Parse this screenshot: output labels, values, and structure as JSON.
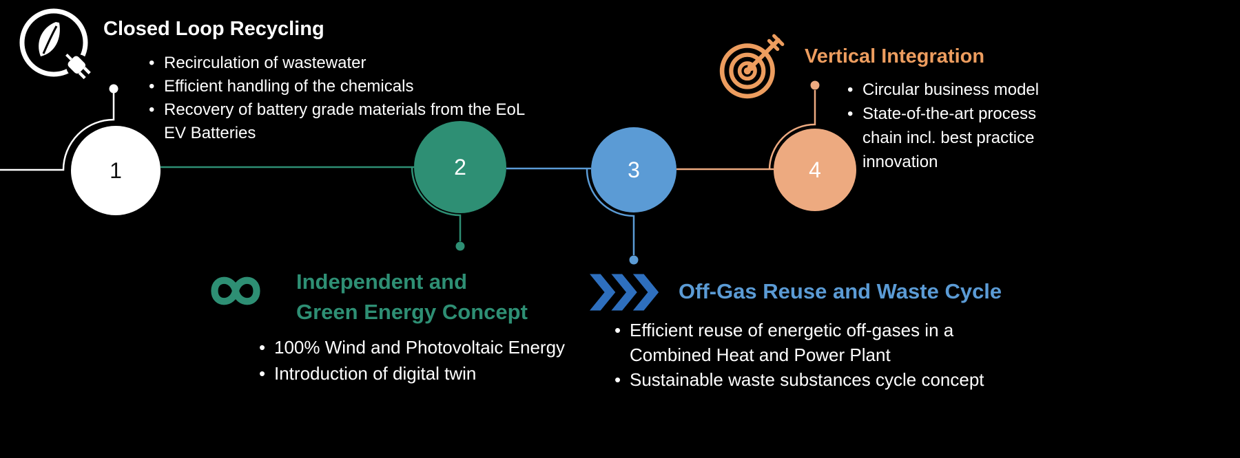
{
  "colors": {
    "background": "#000000",
    "white": "#ffffff",
    "teal": "#2e8f74",
    "blue": "#5b9bd5",
    "blue_dark": "#2e6fbe",
    "orange": "#ed9d5f",
    "orange_light": "#edaa80"
  },
  "steps": [
    {
      "number": "1",
      "title": "Closed Loop Recycling",
      "icon": "eco-leaf-plug-icon",
      "bullets": [
        "Recirculation of wastewater",
        "Efficient handling of the chemicals",
        "Recovery of battery grade materials from the EoL EV Batteries"
      ]
    },
    {
      "number": "2",
      "title": "Independent and\nGreen Energy Concept",
      "icon": "infinity-icon",
      "bullets": [
        "100% Wind and Photovoltaic Energy",
        "Introduction of digital twin"
      ]
    },
    {
      "number": "3",
      "title": "Off-Gas Reuse and Waste Cycle",
      "icon": "triple-chevron-icon",
      "bullets": [
        "Efficient reuse of energetic off-gases in a Combined Heat and Power Plant",
        "Sustainable waste substances cycle concept"
      ]
    },
    {
      "number": "4",
      "title": "Vertical Integration",
      "icon": "target-dart-icon",
      "bullets": [
        "Circular business model",
        "State-of-the-art process chain incl. best practice innovation"
      ]
    }
  ]
}
